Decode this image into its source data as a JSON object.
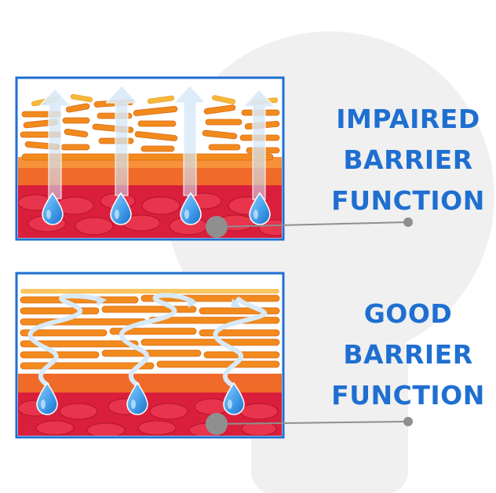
{
  "labels": {
    "impaired": [
      "IMPAIRED",
      "BARRIER",
      "FUNCTION"
    ],
    "good": [
      "GOOD",
      "BARRIER",
      "FUNCTION"
    ]
  },
  "colors": {
    "frame": "#1f6fd1",
    "label": "#1f6fd1",
    "red_layer": "#d91f3c",
    "orange": "#f28a1e",
    "yellow": "#f7b83a",
    "arrow": "#cfe5f7",
    "drop": "#3f9be8",
    "pointer": "#8f8f8f",
    "watermark": "#eeeeee"
  },
  "icons": [
    "water-drop-icon",
    "up-arrow-icon",
    "wavy-arrow-icon",
    "lightbulb-watermark-icon"
  ],
  "panels": {
    "impaired": {
      "drops": 4,
      "arrows": 4
    },
    "good": {
      "drops": 3,
      "arrows": 3
    }
  }
}
